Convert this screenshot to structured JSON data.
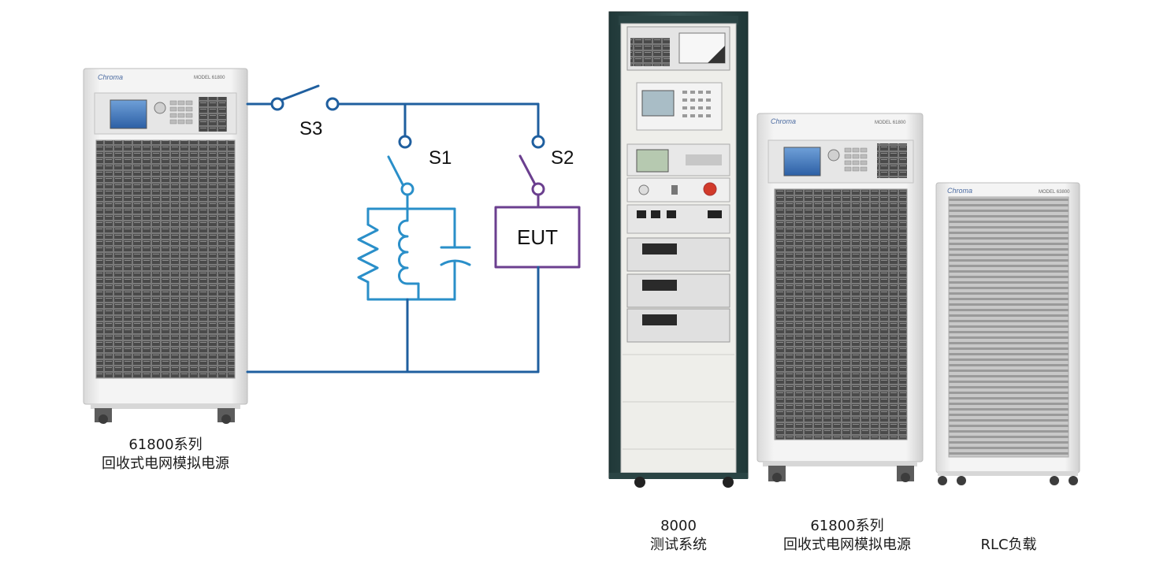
{
  "colors": {
    "wire": "#1f5f9f",
    "rlc": "#2a8fc9",
    "eut": "#6b3f8f",
    "cabinet_light": "#f0f0f0",
    "cabinet_dark": "#2f4a4a"
  },
  "circuit": {
    "s3_label": "S3",
    "s1_label": "S1",
    "s2_label": "S2",
    "eut_label": "EUT"
  },
  "equipment": {
    "left_source": {
      "logo": "Chroma",
      "model": "MODEL 61800",
      "caption_line1": "61800系列",
      "caption_line2": "回收式电网模拟电源"
    },
    "test_system": {
      "caption_line1": "8000",
      "caption_line2": "测试系统"
    },
    "right_source": {
      "logo": "Chroma",
      "model": "MODEL 61800",
      "caption_line1": "61800系列",
      "caption_line2": "回收式电网模拟电源"
    },
    "rlc_load": {
      "logo": "Chroma",
      "model": "MODEL 63800",
      "caption_line1": "RLC负载"
    }
  }
}
